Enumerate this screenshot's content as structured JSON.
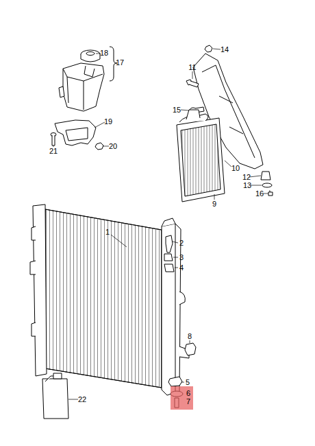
{
  "diagram": {
    "nodes": [
      {
        "text": [
          "6",
          "7"
        ]
      }
    ],
    "labels": [
      "18",
      "17",
      "14",
      "11",
      "19",
      "15",
      "21",
      "20",
      "10",
      "12",
      "13",
      "9",
      "16",
      "1",
      "2",
      "3",
      "4",
      "8",
      "5",
      "22"
    ]
  }
}
